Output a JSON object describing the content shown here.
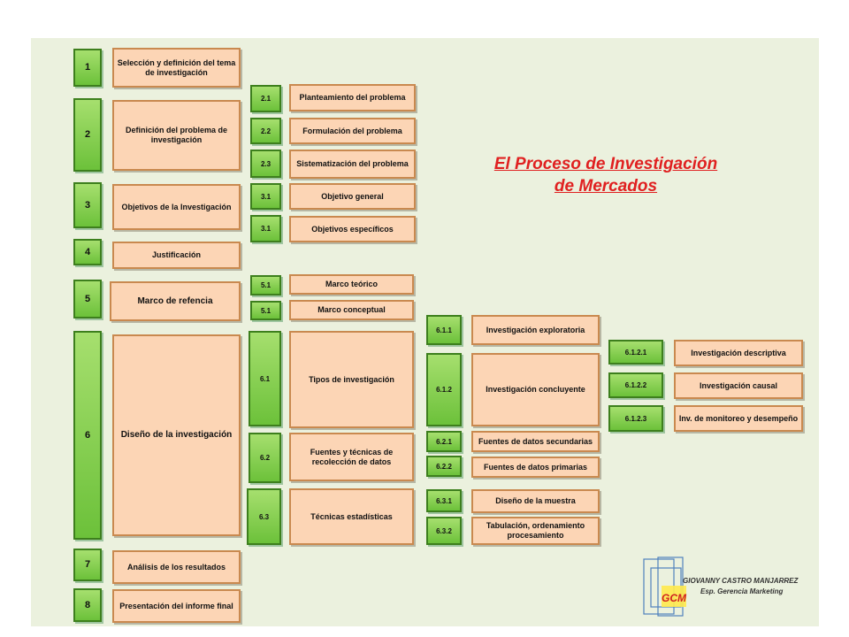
{
  "title": {
    "line1": "El Proceso de Investigación",
    "line2": "de Mercados"
  },
  "author": {
    "name": "GIOVANNY CASTRO MANJARREZ",
    "role": "Esp. Gerencia Marketing"
  },
  "logo": {
    "text": "GCM"
  },
  "colors": {
    "green": "#6cc13a",
    "peach": "#fcd5b5",
    "title_red": "#e02020"
  },
  "steps": [
    {
      "num": "1",
      "label": "Selección y definición del tema de investigación"
    },
    {
      "num": "2",
      "label": "Definición del problema de investigación"
    },
    {
      "num": "3",
      "label": "Objetivos de la Investigación"
    },
    {
      "num": "4",
      "label": "Justificación"
    },
    {
      "num": "5",
      "label": "Marco de refencia"
    },
    {
      "num": "6",
      "label": "Diseño de la investigación"
    },
    {
      "num": "7",
      "label": "Análisis de los resultados"
    },
    {
      "num": "8",
      "label": "Presentación del informe final"
    }
  ],
  "substeps": [
    {
      "num": "2.1",
      "label": "Planteamiento del problema"
    },
    {
      "num": "2.2",
      "label": "Formulación del problema"
    },
    {
      "num": "2.3",
      "label": "Sistematización del problema"
    },
    {
      "num": "3.1",
      "label": "Objetivo general"
    },
    {
      "num": "3.1",
      "label": "Objetivos específicos"
    },
    {
      "num": "5.1",
      "label": "Marco teórico"
    },
    {
      "num": "5.1",
      "label": "Marco conceptual"
    },
    {
      "num": "6.1",
      "label": "Tipos de investigación"
    },
    {
      "num": "6.2",
      "label": "Fuentes y técnicas de recolección de datos"
    },
    {
      "num": "6.3",
      "label": "Técnicas estadísticas"
    }
  ],
  "level3": [
    {
      "num": "6.1.1",
      "label": "Investigación exploratoria"
    },
    {
      "num": "6.1.2",
      "label": "Investigación concluyente"
    },
    {
      "num": "6.2.1",
      "label": "Fuentes de datos secundarias"
    },
    {
      "num": "6.2.2",
      "label": "Fuentes de datos primarias"
    },
    {
      "num": "6.3.1",
      "label": "Diseño de la muestra"
    },
    {
      "num": "6.3.2",
      "label": "Tabulación, ordenamiento procesamiento"
    }
  ],
  "level4": [
    {
      "num": "6.1.2.1",
      "label": "Investigación descriptiva"
    },
    {
      "num": "6.1.2.2",
      "label": "Investigación causal"
    },
    {
      "num": "6.1.2.3",
      "label": "Inv. de monitoreo y desempeño"
    }
  ]
}
